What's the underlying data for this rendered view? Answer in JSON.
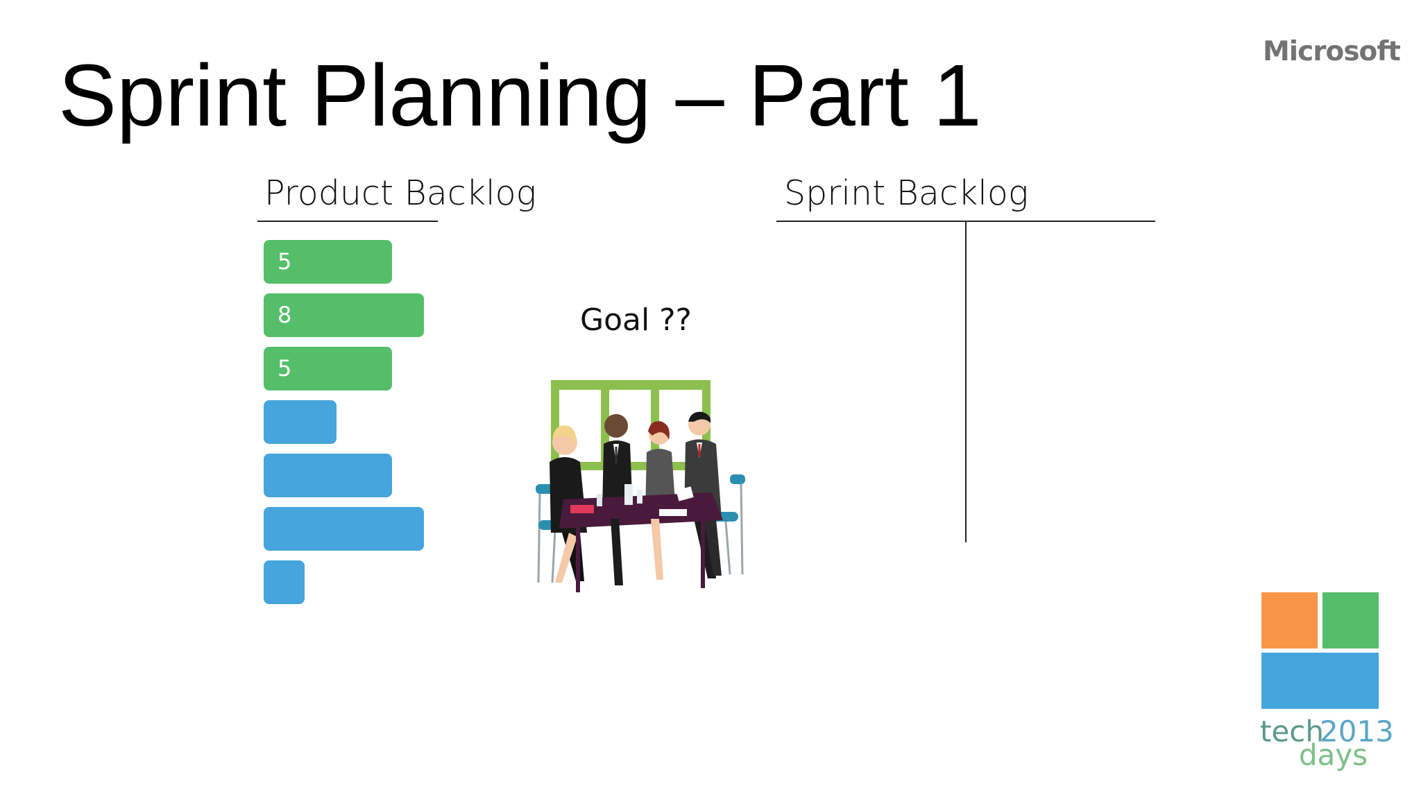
{
  "slide": {
    "title": "Sprint Planning – Part 1",
    "brand": "Microsoft"
  },
  "columns": {
    "product_backlog": "Product Backlog",
    "sprint_backlog": "Sprint Backlog"
  },
  "product_backlog_items": [
    {
      "label": "5",
      "color": "#55be6a"
    },
    {
      "label": "8",
      "color": "#55be6a"
    },
    {
      "label": "5",
      "color": "#55be6a"
    },
    {
      "label": "",
      "color": "#45a5dc"
    },
    {
      "label": "",
      "color": "#45a5dc"
    },
    {
      "label": "",
      "color": "#45a5dc"
    },
    {
      "label": "",
      "color": "#45a5dc"
    }
  ],
  "goal": "Goal ??",
  "illustration": {
    "icon": "team-meeting-icon"
  },
  "event_logo": {
    "word1": "tech",
    "year": "2013",
    "word2": "days",
    "colors": {
      "orange": "#f79646",
      "green": "#55be6a",
      "blue": "#45a5dc"
    }
  }
}
